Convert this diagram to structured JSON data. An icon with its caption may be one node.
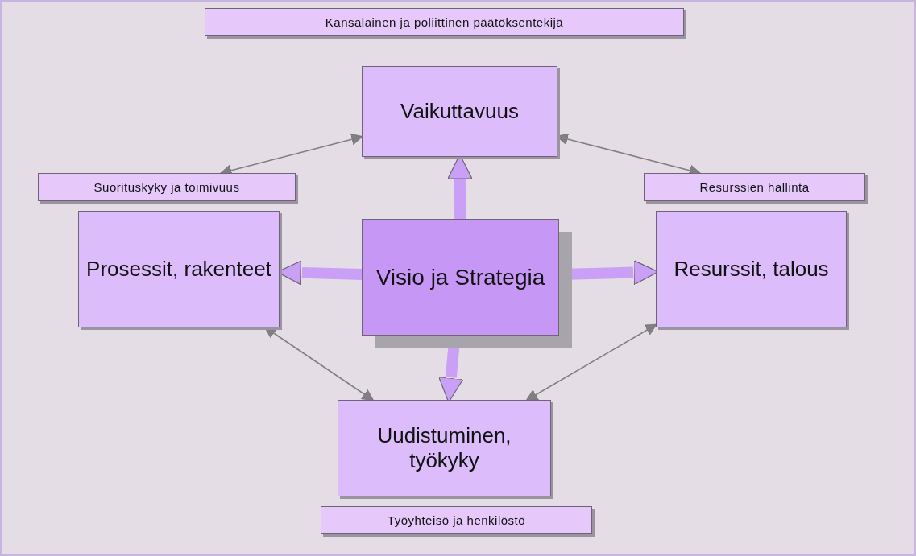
{
  "diagram": {
    "nodes": [
      {
        "text": [
          "Kansalainen ja poliittinen päätöksentekijä"
        ]
      },
      {
        "text": [
          "Vaikuttavuus"
        ]
      },
      {
        "text": [
          "Suorituskyky ja toimivuus"
        ]
      },
      {
        "text": [
          "Resurssien hallinta"
        ]
      },
      {
        "text": [
          "Prosessit, rakenteet"
        ]
      },
      {
        "text": [
          "Visio ja Strategia"
        ]
      },
      {
        "text": [
          "Resurssit, talous"
        ]
      },
      {
        "text": [
          "Uudistuminen, työkyky"
        ]
      },
      {
        "text": [
          "Työyhteisö ja henkilöstö"
        ]
      }
    ],
    "edges": [
      {
        "from": 5,
        "to": 1,
        "arrow": "to",
        "style": "thick",
        "color": "#c9a0f5"
      },
      {
        "from": 5,
        "to": 4,
        "arrow": "to",
        "style": "thick",
        "color": "#c9a0f5"
      },
      {
        "from": 5,
        "to": 6,
        "arrow": "to",
        "style": "thick",
        "color": "#c9a0f5"
      },
      {
        "from": 5,
        "to": 7,
        "arrow": "to",
        "style": "thick",
        "color": "#c9a0f5"
      },
      {
        "from": 1,
        "to": 2,
        "arrow": "both",
        "color": "#808080"
      },
      {
        "from": 1,
        "to": 3,
        "arrow": "both",
        "color": "#808080"
      },
      {
        "from": 4,
        "to": 7,
        "arrow": "both",
        "color": "#808080"
      },
      {
        "from": 6,
        "to": 7,
        "arrow": "both",
        "color": "#808080"
      }
    ]
  }
}
